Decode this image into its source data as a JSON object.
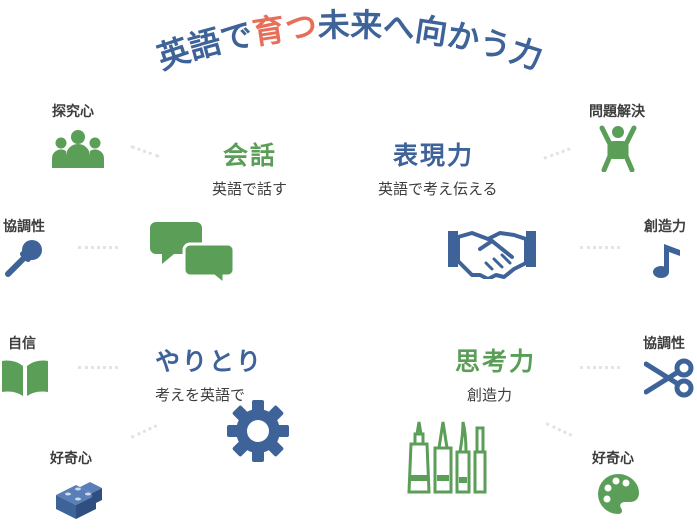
{
  "title": {
    "part1": "英語で",
    "highlight": "育つ",
    "part2": "未来へ向かう力",
    "color_main": "#3e6399",
    "color_highlight": "#e76f59"
  },
  "center": {
    "conversation": {
      "heading": "会話",
      "sub": "英語で話す"
    },
    "expression": {
      "heading": "表現力",
      "sub": "英語で考え伝える"
    },
    "exchange": {
      "heading": "やりとり",
      "sub": "考えを英語で"
    },
    "thinking": {
      "heading": "思考力",
      "sub": "創造力"
    }
  },
  "left": [
    {
      "label": "探究心",
      "icon": "people-group-icon"
    },
    {
      "label": "協調性",
      "icon": "microphone-icon"
    },
    {
      "label": "自信",
      "icon": "open-book-icon"
    },
    {
      "label": "好奇心",
      "icon": "blocks-icon"
    }
  ],
  "right": [
    {
      "label": "問題解決",
      "icon": "cheering-person-icon"
    },
    {
      "label": "創造力",
      "icon": "music-note-icon"
    },
    {
      "label": "協調性",
      "icon": "scissors-icon"
    },
    {
      "label": "好奇心",
      "icon": "palette-icon"
    }
  ],
  "colors": {
    "green": "#5a9e58",
    "blue": "#3e6399",
    "text": "#3d3d3d"
  }
}
